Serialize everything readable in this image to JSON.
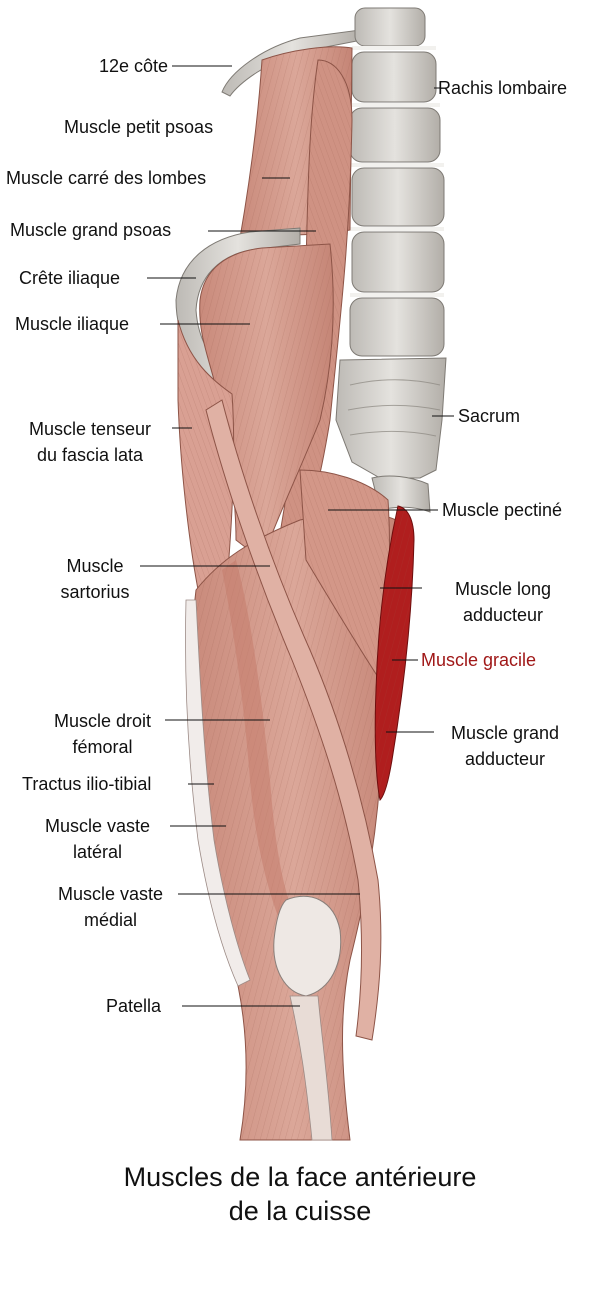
{
  "figure": {
    "title_line1": "Muscles de la face antérieure",
    "title_line2": "de la cuisse",
    "colors": {
      "muscle": "#d49a8c",
      "muscle_dark": "#b8786a",
      "highlight_muscle": "#b01e1e",
      "bone": "#d8d6d2",
      "bone_dark": "#9e9a94",
      "highlight_text": "#a01818"
    }
  },
  "labels": {
    "rib12": "12e côte",
    "psoas_minor": "Muscle petit psoas",
    "quadratus": "Muscle carré des lombes",
    "psoas_major": "Muscle grand psoas",
    "iliac_crest": "Crête iliaque",
    "iliacus": "Muscle iliaque",
    "tensor_l1": "Muscle tenseur",
    "tensor_l2": "du fascia lata",
    "sartorius_l1": "Muscle",
    "sartorius_l2": "sartorius",
    "rectus_l1": "Muscle droit",
    "rectus_l2": "fémoral",
    "it_tract": "Tractus ilio-tibial",
    "vlat_l1": "Muscle vaste",
    "vlat_l2": "latéral",
    "vmed_l1": "Muscle vaste",
    "vmed_l2": "médial",
    "patella": "Patella",
    "lumbar": "Rachis lombaire",
    "sacrum": "Sacrum",
    "pectineus": "Muscle pectiné",
    "adlong_l1": "Muscle long",
    "adlong_l2": "adducteur",
    "gracilis": "Muscle gracile",
    "admag_l1": "Muscle grand",
    "admag_l2": "adducteur"
  }
}
